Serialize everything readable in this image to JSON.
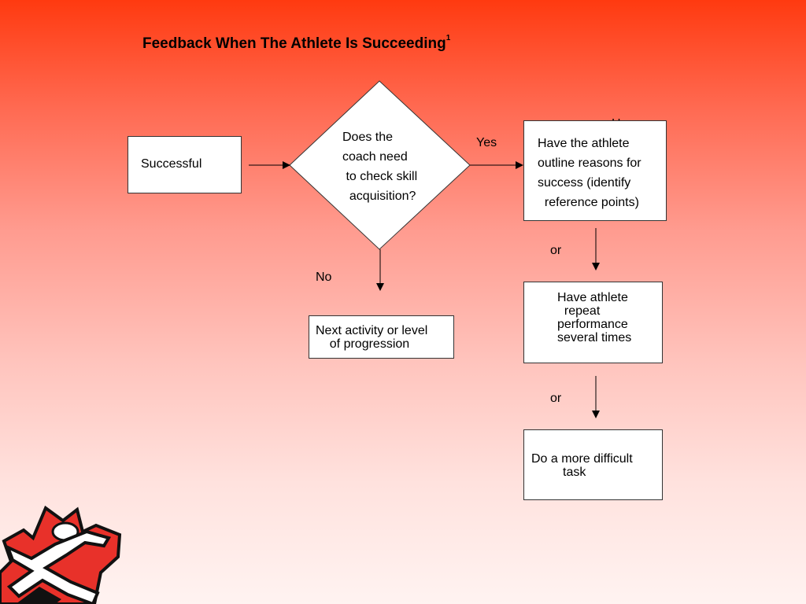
{
  "title": {
    "text": "Feedback When The Athlete Is Succeeding",
    "superscript": "1"
  },
  "nodes": {
    "successful": "Successful",
    "decision": "Does the\ncoach need\n to check skill\n  acquisition?",
    "outline": "Have the athlete\noutline reasons for\nsuccess (identify\n  reference points)",
    "repeat": "Have athlete\n  repeat\nperformance\nseveral times",
    "next": "Next activity or level\n    of progression",
    "harder": "Do a more difficult\n         task"
  },
  "labels": {
    "yes": "Yes",
    "no": "No",
    "or_1": "or",
    "or_2": "or",
    "stray": "H"
  },
  "colors": {
    "gradient_top": "#ff3a10",
    "gradient_bottom": "#fff3f1",
    "logo_red": "#e8312a",
    "logo_black": "#111111"
  },
  "icons": {
    "logo": "canada-maple-leaf-athlete-logo"
  }
}
